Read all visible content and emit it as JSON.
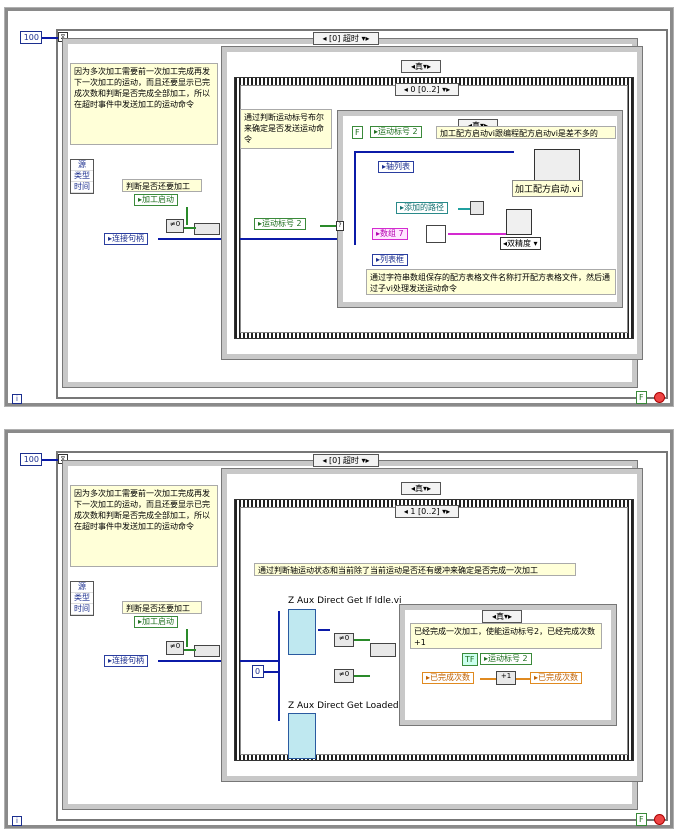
{
  "panel1": {
    "timeout_const": "100",
    "event_selector": "[0] 超时",
    "outer_case_selector": "真",
    "seq_selector": "0 [0..2]",
    "inner_case_selector": "真",
    "comment_main": "因为多次加工需要前一次加工完成再发下一次加工的运动，而且还要显示已完成次数和判断是否完成全部加工，所以在超时事件中发送加工的运动命令",
    "event_terms": [
      "源",
      "类型",
      "时间"
    ],
    "comment_judge": "判断是否还要加工",
    "local_process_start": "加工启动",
    "local_conn_handle": "连接句柄",
    "local_motion_flag": "运动标号 2",
    "comment_flag": "通过判断运动标号布尔来确定是否发送运动命令",
    "const_f": "F",
    "local_motion_flag2": "运动标号 2",
    "comment_same": "加工配方启动vi跟编程配方启动vi是差不多的",
    "local_axis_list": "轴列表",
    "local_add_path": "添加的路径",
    "local_array7": "数组 7",
    "local_list_box": "列表框",
    "subvi_label": "加工配方启动.vi",
    "double_label": "双精度",
    "comment_bottom": "通过字符串数组保存的配方表格文件名称打开配方表格文件，然后通过子vi处理发送运动命令",
    "info_icon": "i",
    "status_f": "F"
  },
  "panel2": {
    "timeout_const": "100",
    "event_selector": "[0] 超时",
    "outer_case_selector": "真",
    "seq_selector": "1 [0..2]",
    "inner_case_selector": "真",
    "comment_main": "因为多次加工需要前一次加工完成再发下一次加工的运动，而且还要显示已完成次数和判断是否完成全部加工，所以在超时事件中发送加工的运动命令",
    "event_terms": [
      "源",
      "类型",
      "时间"
    ],
    "comment_judge": "判断是否还要加工",
    "local_process_start": "加工启动",
    "local_conn_handle": "连接句柄",
    "comment_seq": "通过判断轴运动状态和当前除了当前运动是否还有缓冲来确定是否完成一次加工",
    "const_zero": "0",
    "subvi_idle": "Z Aux Direct Get If Idle.vi",
    "subvi_loaded": "Z Aux Direct Get Loaded.vi",
    "comment_done": "已经完成一次加工，使能运动标号2，已经完成次数+1",
    "const_t": "TF",
    "local_motion_flag": "运动标号 2",
    "local_done_in": "已完成次数",
    "plus_one": "+1",
    "local_done_out": "已完成次数",
    "info_icon": "i",
    "status_f": "F"
  },
  "colors": {
    "int_wire": "#0b1aa8",
    "bool_wire": "#2a8a2a",
    "string_wire": "#d42ad0",
    "comment_bg": "#ffffd8"
  }
}
